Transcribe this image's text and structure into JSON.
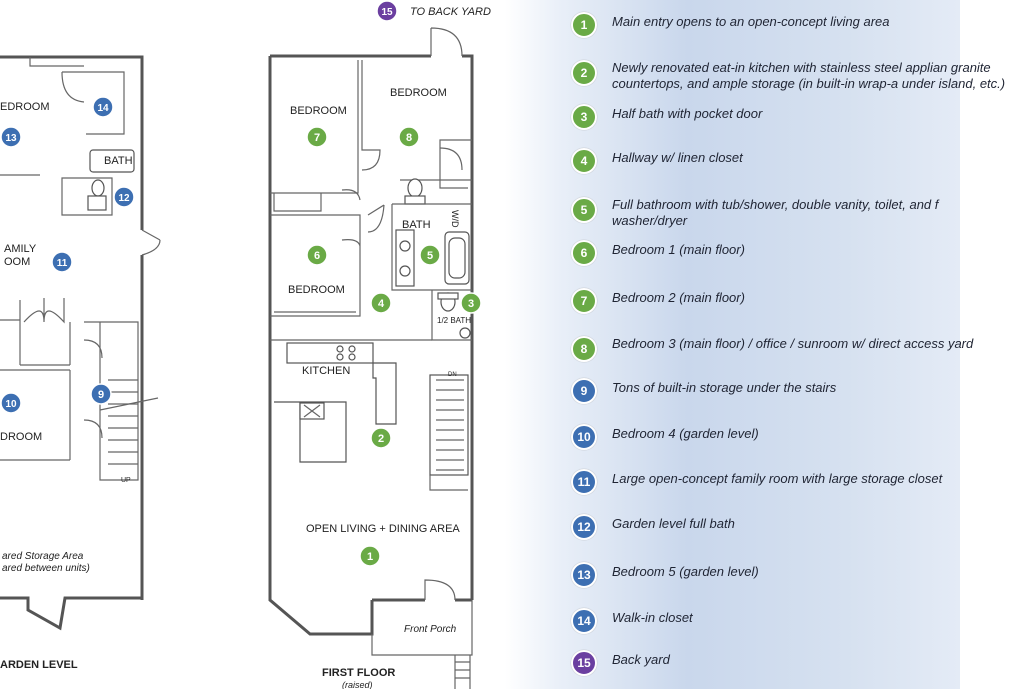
{
  "colors": {
    "green": "#6aaa46",
    "blue": "#3d6fb2",
    "purple": "#6b3fa0"
  },
  "plan": {
    "to_back_yard": "TO BACK YARD",
    "rooms": {
      "bedroom_7": "BEDROOM",
      "bedroom_8": "BEDROOM",
      "bedroom_6": "BEDROOM",
      "bath": "BATH",
      "wd": "W/D",
      "half_bath": "1/2 BATH",
      "kitchen": "KITCHEN",
      "living": "OPEN LIVING + DINING AREA",
      "porch": "Front Porch",
      "dn": "DN",
      "up": "UP",
      "g_bedroom_top": "EDROOM",
      "g_bath": "BATH",
      "g_family_1": "AMILY",
      "g_family_2": "OOM",
      "g_bedroom_bottom": "DROOM",
      "storage_1": "ared Storage Area",
      "storage_2": "ared between units)"
    },
    "first_floor": "FIRST FLOOR",
    "raised": "(raised)",
    "garden_level": "ARDEN LEVEL",
    "markers": [
      "1",
      "2",
      "3",
      "4",
      "5",
      "6",
      "7",
      "8",
      "9",
      "10",
      "11",
      "12",
      "13",
      "14",
      "15"
    ]
  },
  "legend": [
    {
      "num": "1",
      "color": "green",
      "text": "Main entry opens to an open-concept living area"
    },
    {
      "num": "2",
      "color": "green",
      "text": "Newly renovated eat-in kitchen with stainless steel applian granite countertops, and ample storage (in built-in wrap-a under island, etc.)"
    },
    {
      "num": "3",
      "color": "green",
      "text": "Half bath with pocket door"
    },
    {
      "num": "4",
      "color": "green",
      "text": "Hallway w/ linen closet"
    },
    {
      "num": "5",
      "color": "green",
      "text": "Full bathroom with tub/shower, double vanity, toilet, and f washer/dryer"
    },
    {
      "num": "6",
      "color": "green",
      "text": "Bedroom 1 (main floor)"
    },
    {
      "num": "7",
      "color": "green",
      "text": "Bedroom 2 (main floor)"
    },
    {
      "num": "8",
      "color": "green",
      "text": "Bedroom 3 (main floor) / office / sunroom w/ direct access yard"
    },
    {
      "num": "9",
      "color": "blue",
      "text": "Tons of built-in storage under the stairs"
    },
    {
      "num": "10",
      "color": "blue",
      "text": "Bedroom 4 (garden level)"
    },
    {
      "num": "11",
      "color": "blue",
      "text": "Large open-concept family room with large storage closet"
    },
    {
      "num": "12",
      "color": "blue",
      "text": "Garden level full bath"
    },
    {
      "num": "13",
      "color": "blue",
      "text": "Bedroom 5 (garden level)"
    },
    {
      "num": "14",
      "color": "blue",
      "text": "Walk-in closet"
    },
    {
      "num": "15",
      "color": "purple",
      "text": "Back yard"
    }
  ]
}
